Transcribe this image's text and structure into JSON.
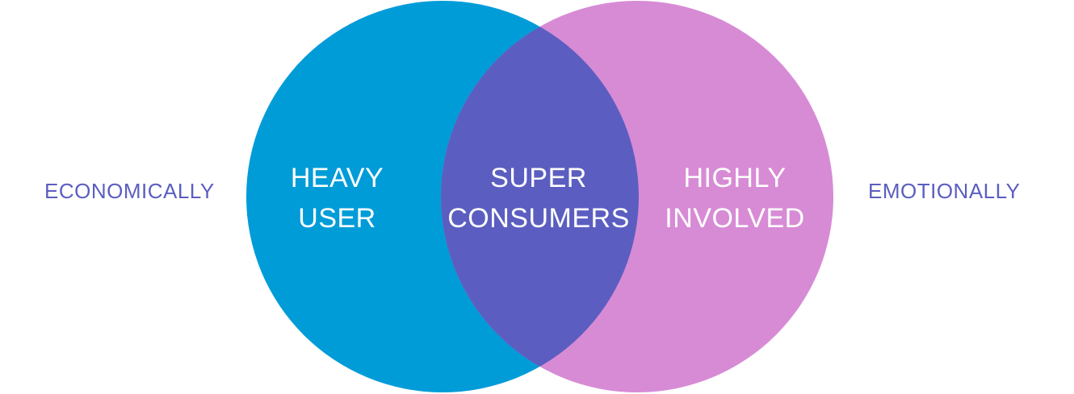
{
  "colors": {
    "left_circle": "#009cd8",
    "right_circle": "#d78bd5",
    "overlap": "#5b5ec0",
    "side_text": "#5b5ec0",
    "region_text": "#ffffff"
  },
  "sides": {
    "left": "ECONOMICALLY",
    "right": "EMOTIONALLY"
  },
  "regions": {
    "left": {
      "line1": "HEAVY",
      "line2": "USER"
    },
    "center": {
      "line1": "SUPER",
      "line2": "CONSUMERS"
    },
    "right": {
      "line1": "HIGHLY",
      "line2": "INVOLVED"
    }
  }
}
